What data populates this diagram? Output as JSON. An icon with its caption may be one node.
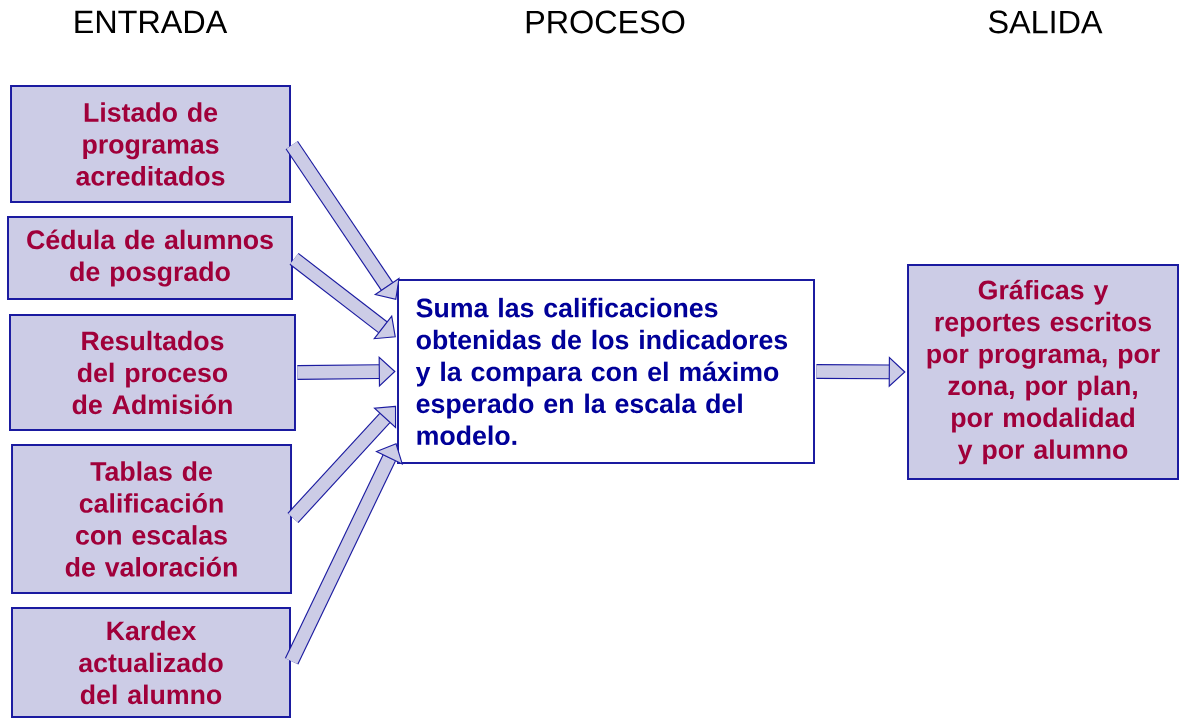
{
  "diagram": {
    "nodes": [
      {
        "text": [
          "Listado de programas acreditados"
        ]
      },
      {
        "text": [
          "Cédula de alumnos de posgrado"
        ]
      },
      {
        "text": [
          "Resultados del proceso de Admisión"
        ]
      },
      {
        "text": [
          "Tablas de calificación con escalas de valoración"
        ]
      },
      {
        "text": [
          "Kardex actualizado del alumno"
        ]
      },
      {
        "text": [
          "Suma las calificaciones obtenidas de los indicadores y la compara con el máximo esperado en la escala del modelo."
        ]
      },
      {
        "text": [
          "Gráficas y reportes escritos por programa, por zona, por plan, por modalidad y por alumno"
        ]
      }
    ],
    "edges": [
      {
        "from": 0,
        "to": 5,
        "arrow": "to"
      },
      {
        "from": 1,
        "to": 5,
        "arrow": "to"
      },
      {
        "from": 2,
        "to": 5,
        "arrow": "to"
      },
      {
        "from": 3,
        "to": 5,
        "arrow": "to"
      },
      {
        "from": 4,
        "to": 5,
        "arrow": "to"
      },
      {
        "from": 5,
        "to": 6,
        "arrow": "to"
      }
    ],
    "labels": [
      "ENTRADA",
      "PROCESO",
      "SALIDA"
    ]
  }
}
